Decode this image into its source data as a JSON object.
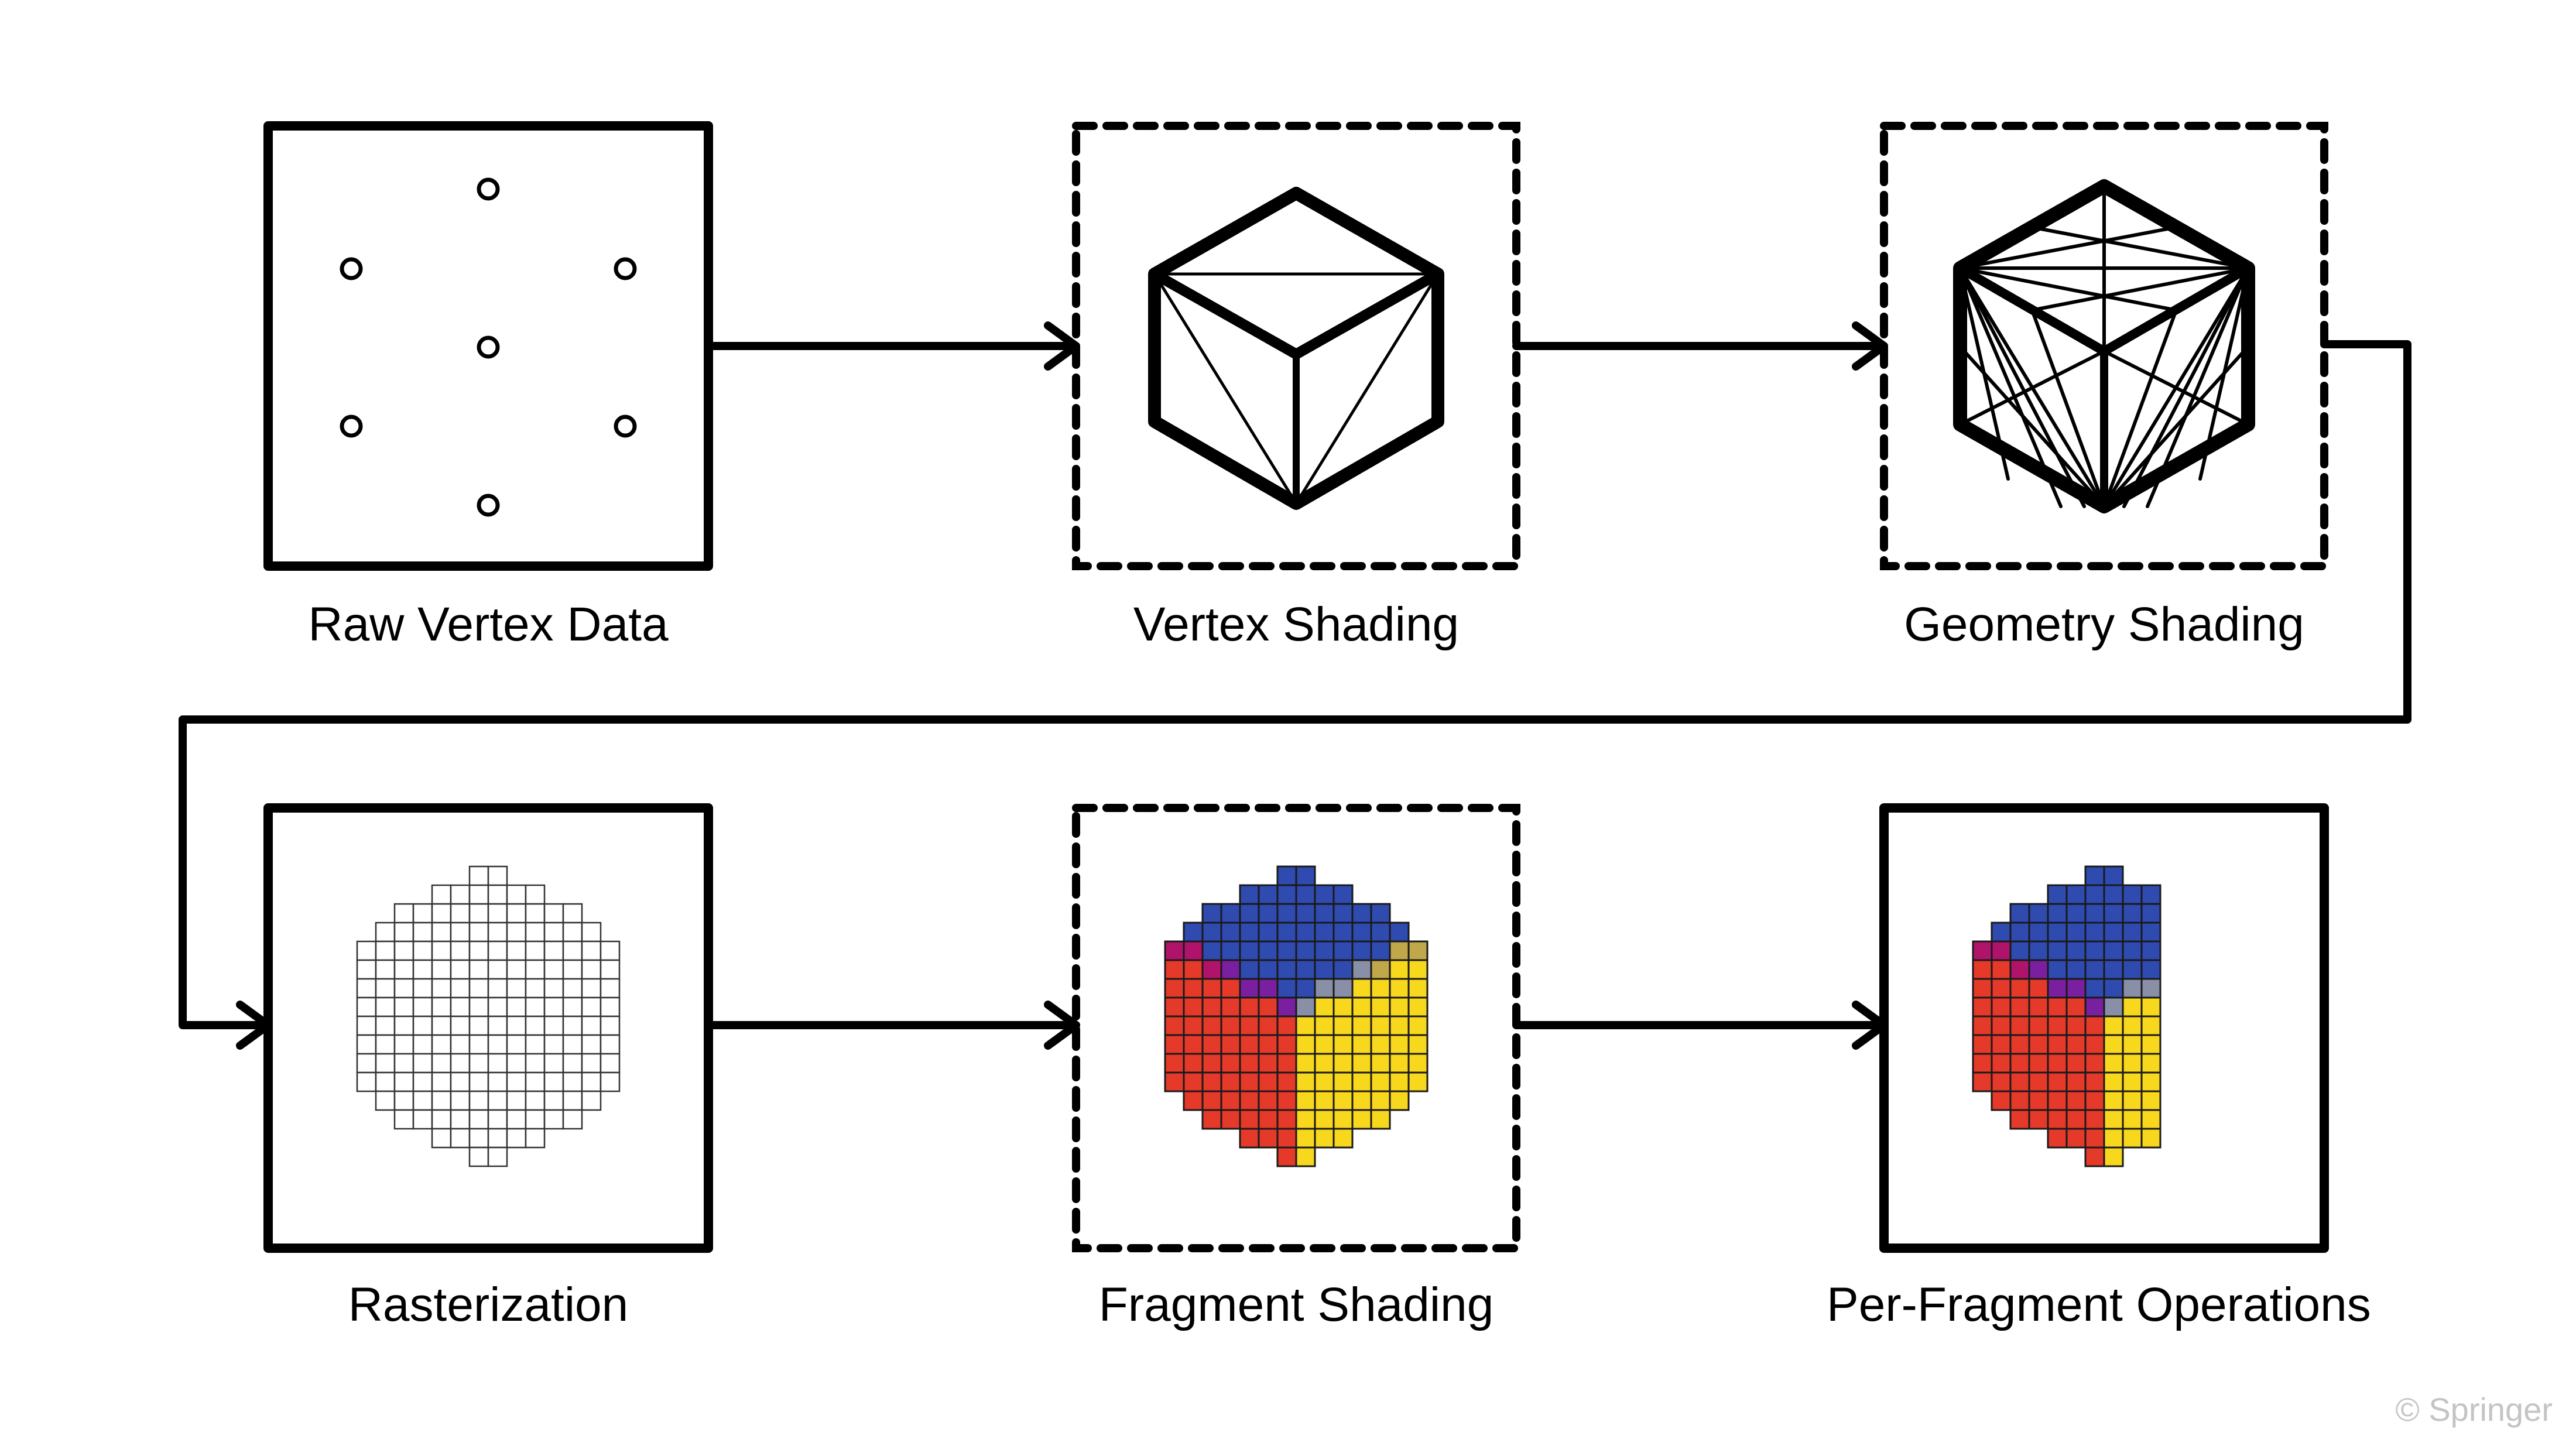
{
  "diagram": {
    "title": "Graphics pipeline stages",
    "stages": [
      {
        "id": "raw-vertex-data",
        "label": "Raw Vertex Data",
        "programmable": false,
        "content": "vertex-points"
      },
      {
        "id": "vertex-shading",
        "label": "Vertex Shading",
        "programmable": true,
        "content": "cube-wireframe"
      },
      {
        "id": "geometry-shading",
        "label": "Geometry Shading",
        "programmable": true,
        "content": "cube-tessellated"
      },
      {
        "id": "rasterization",
        "label": "Rasterization",
        "programmable": false,
        "content": "fragment-grid"
      },
      {
        "id": "fragment-shading",
        "label": "Fragment Shading",
        "programmable": true,
        "content": "colored-fragments"
      },
      {
        "id": "per-fragment-operations",
        "label": "Per-Fragment Operations",
        "programmable": false,
        "content": "clipped-colored-fragments"
      }
    ],
    "flow": [
      [
        "raw-vertex-data",
        "vertex-shading"
      ],
      [
        "vertex-shading",
        "geometry-shading"
      ],
      [
        "geometry-shading",
        "rasterization"
      ],
      [
        "rasterization",
        "fragment-shading"
      ],
      [
        "fragment-shading",
        "per-fragment-operations"
      ]
    ],
    "legend_semantics": {
      "dashed_border": "programmable stage",
      "solid_border": "fixed-function stage"
    },
    "vertex_count": 7,
    "fragment_grid": {
      "columns": 14,
      "row_spans": [
        [
          6,
          7
        ],
        [
          4,
          9
        ],
        [
          2,
          11
        ],
        [
          1,
          12
        ],
        [
          0,
          13
        ],
        [
          0,
          13
        ],
        [
          0,
          13
        ],
        [
          0,
          13
        ],
        [
          0,
          13
        ],
        [
          0,
          13
        ],
        [
          0,
          13
        ],
        [
          0,
          13
        ],
        [
          1,
          12
        ],
        [
          2,
          11
        ],
        [
          4,
          9
        ],
        [
          6,
          7
        ]
      ],
      "per_fragment_visible_columns": 10
    },
    "colors": {
      "top_face": "#2f4bb0",
      "left_face": "#e5392a",
      "right_face": "#f8d81c",
      "blend_purple": "#7a1fa0",
      "blend_magenta": "#b0146a",
      "blend_gray": "#8a8fa8",
      "blend_olive": "#c0a84a",
      "stroke": "#000000",
      "copyright_text": "#c4c4c4"
    }
  },
  "copyright": "© Springer"
}
